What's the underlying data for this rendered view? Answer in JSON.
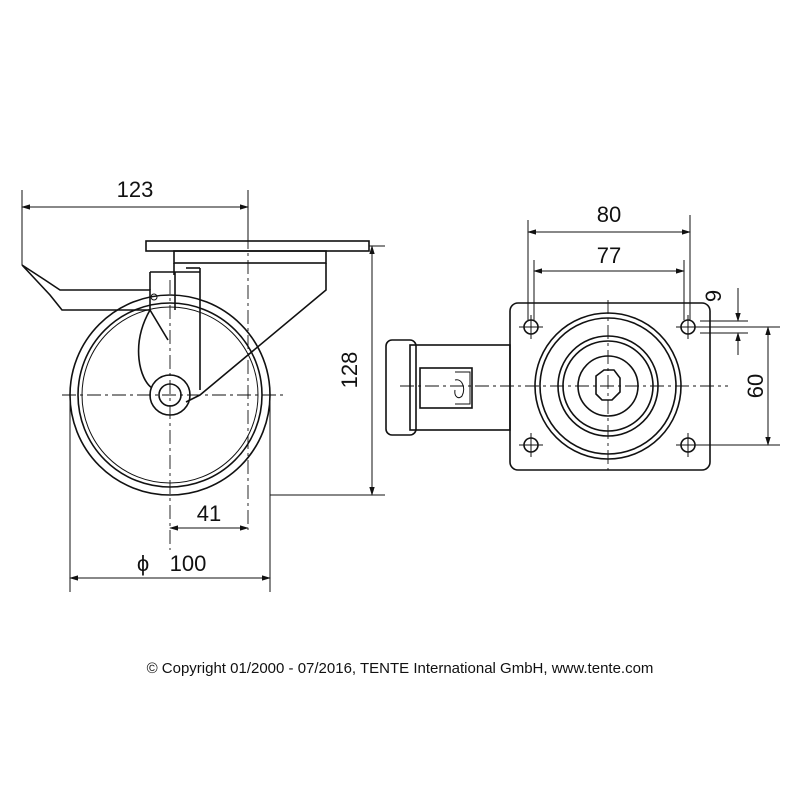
{
  "diagram": {
    "side_view": {
      "overall_length": "123",
      "height": "128",
      "offset": "41",
      "wheel_diameter_symbol": "ϕ",
      "wheel_diameter": "100"
    },
    "top_view": {
      "plate_width": "80",
      "bolt_spacing_x": "77",
      "slot_width": "9",
      "bolt_spacing_y": "60"
    }
  },
  "footer": {
    "copyright": "© Copyright 01/2000 - 07/2016, TENTE International GmbH, www.tente.com"
  }
}
